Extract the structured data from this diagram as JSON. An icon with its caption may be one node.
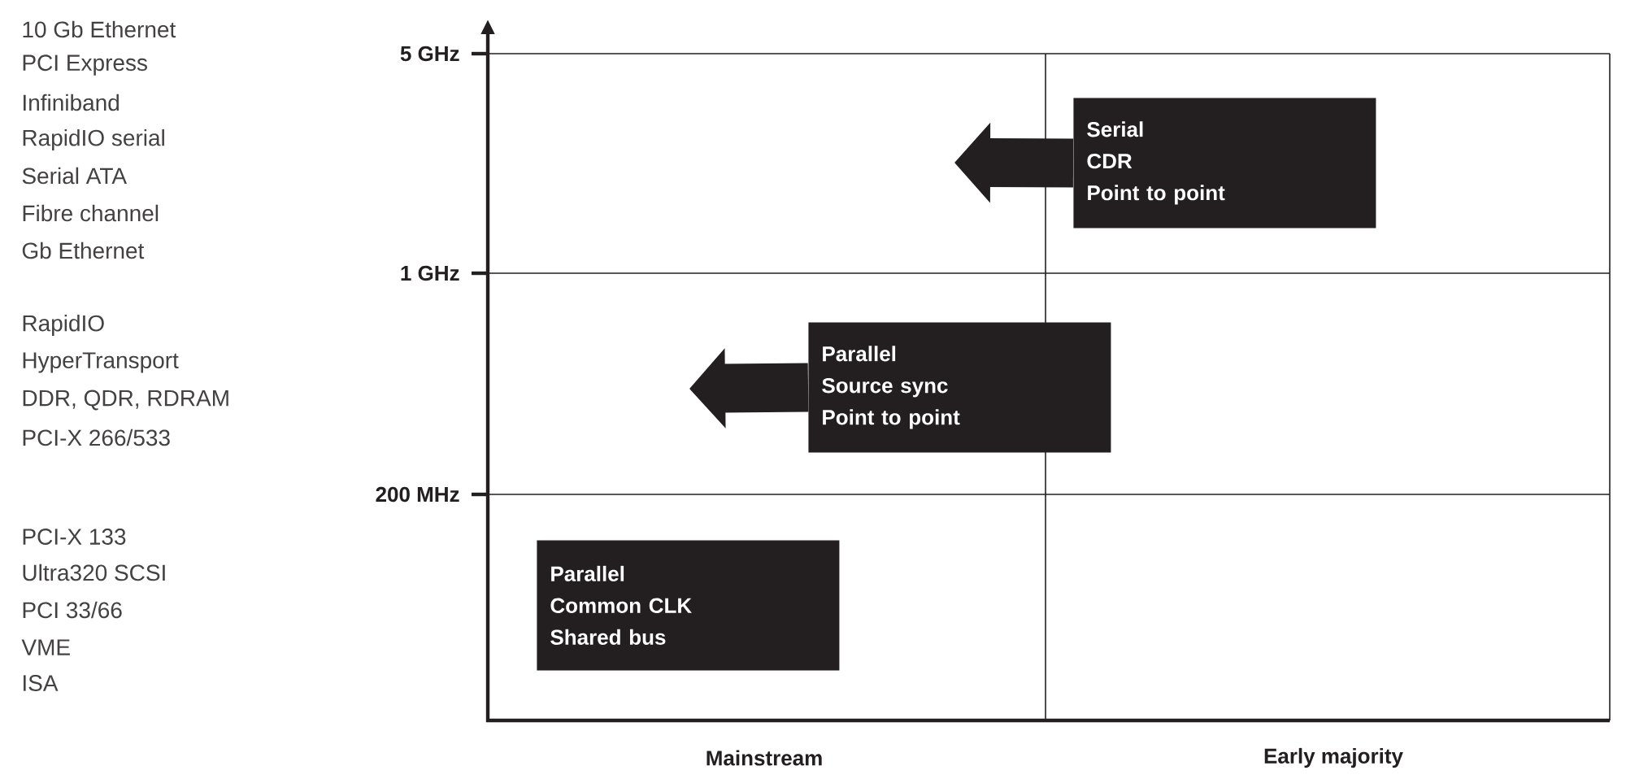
{
  "diagram": {
    "nodes": [
      {
        "text": [
          "Serial",
          "CDR",
          "Point to point"
        ]
      },
      {
        "text": [
          "Parallel",
          "Source sync",
          "Point to point"
        ]
      },
      {
        "text": [
          "Parallel",
          "Common CLK",
          "Shared bus"
        ]
      }
    ],
    "edges": [
      {
        "from": 0,
        "to": null,
        "arrow": "to"
      },
      {
        "from": 1,
        "to": null,
        "arrow": "to"
      }
    ],
    "labels": [
      "10 Gb Ethernet",
      "PCI Express",
      "Infiniband",
      "RapidIO serial",
      "Serial ATA",
      "Fibre channel",
      "Gb Ethernet",
      "5 GHz",
      "1 GHz",
      "RapidIO",
      "HyperTransport",
      "DDR, QDR, RDRAM",
      "PCI-X 266/533",
      "200 MHz",
      "PCI-X 133",
      "Ultra320 SCSI",
      "PCI 33/66",
      "VME",
      "ISA",
      "Mainstream",
      "Early majority"
    ]
  }
}
